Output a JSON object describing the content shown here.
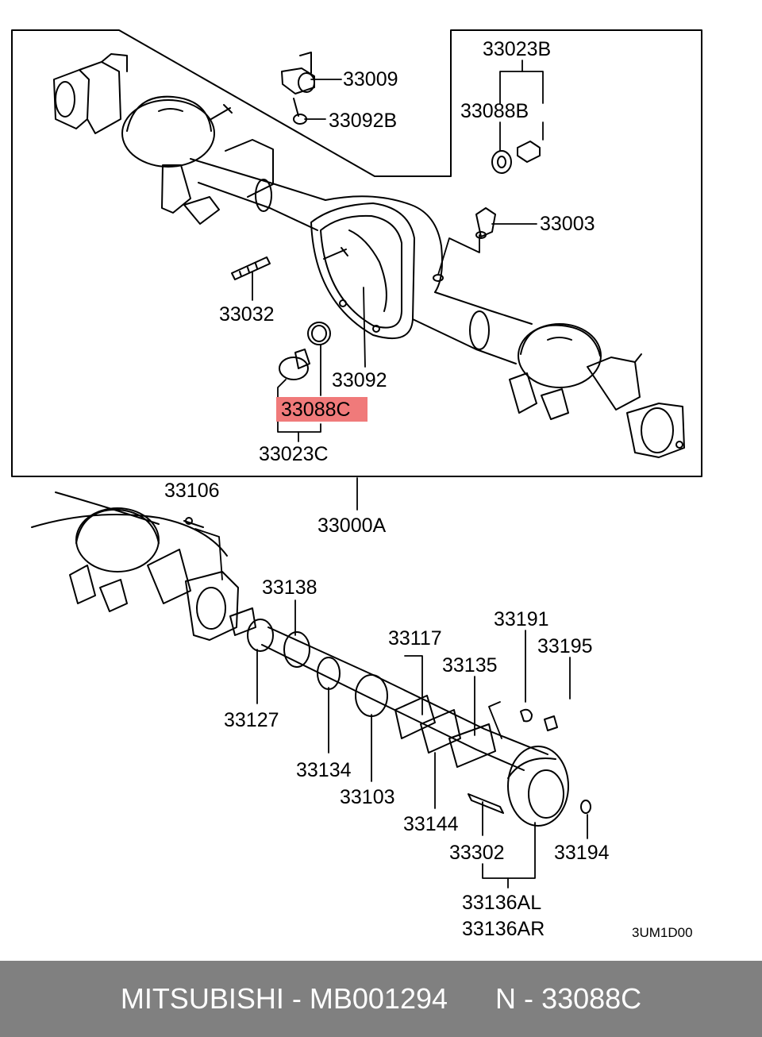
{
  "diagram": {
    "labels": {
      "p33023B": "33023B",
      "p33009": "33009",
      "p33092B": "33092B",
      "p33088B": "33088B",
      "p33003": "33003",
      "p33032": "33032",
      "p33092": "33092",
      "p33088C": "33088C",
      "p33023C": "33023C",
      "p33000A": "33000A",
      "p33106": "33106",
      "p33138": "33138",
      "p33191": "33191",
      "p33117": "33117",
      "p33195": "33195",
      "p33135": "33135",
      "p33127": "33127",
      "p33134": "33134",
      "p33103": "33103",
      "p33144": "33144",
      "p33302": "33302",
      "p33194": "33194",
      "p33136AL": "33136AL",
      "p33136AR": "33136AR"
    },
    "drawing_code": "3UM1D00",
    "highlight_color": "#f07a7a"
  },
  "footer": {
    "brand": "MITSUBISHI",
    "part_number": "MB001294",
    "ref_prefix": "N",
    "ref_number": "33088C",
    "separator": "-"
  }
}
